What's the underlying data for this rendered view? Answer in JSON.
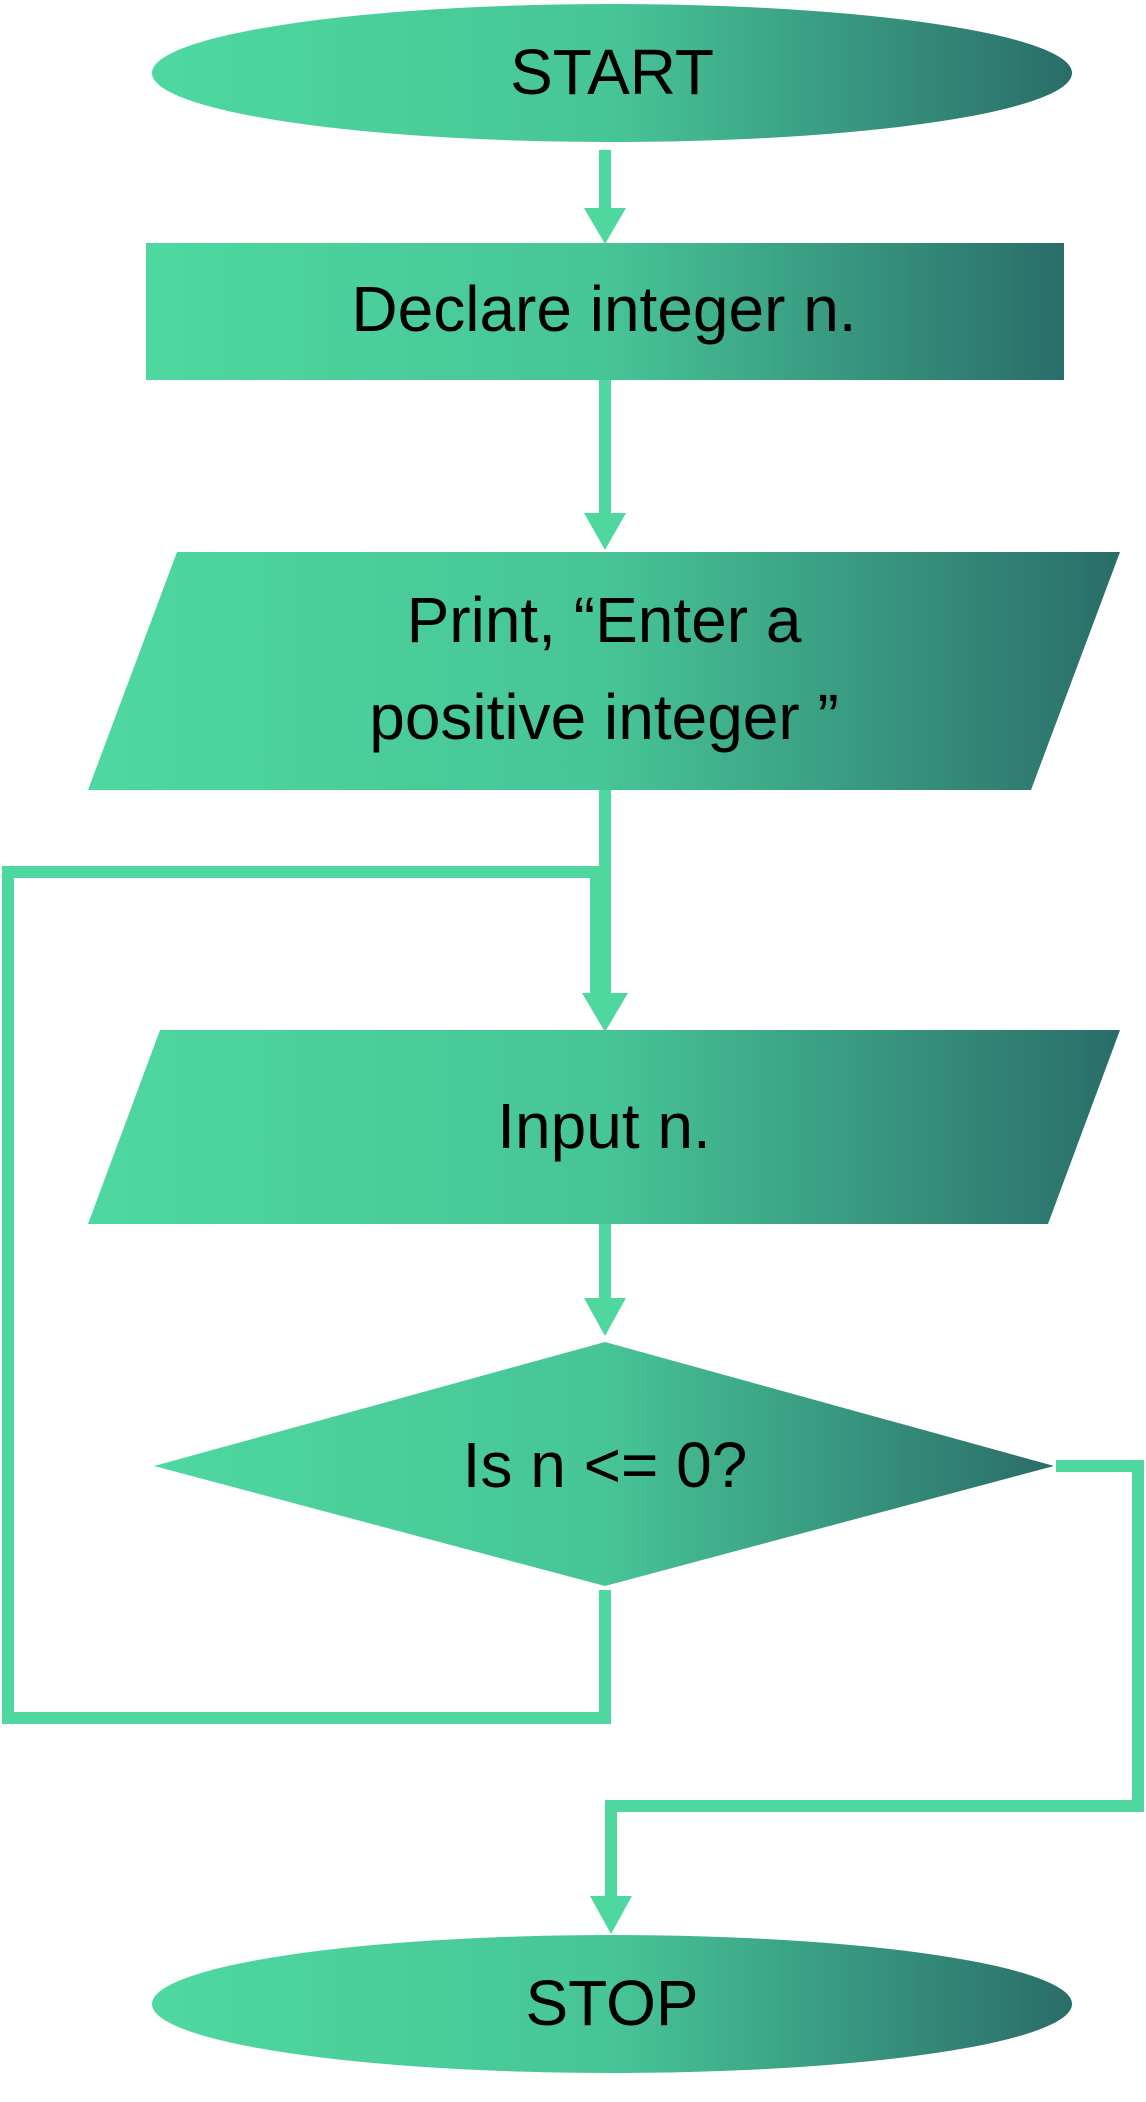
{
  "colors": {
    "gradient_start": "#4ed8a0",
    "gradient_mid": "#47c597",
    "gradient_end": "#2a6d69",
    "connector": "#4ed8a0",
    "text": "#000000"
  },
  "nodes": {
    "start": {
      "shape": "terminal",
      "label": "START"
    },
    "declare": {
      "shape": "process",
      "label": "Declare integer n."
    },
    "print": {
      "shape": "input-output",
      "lines": [
        "Print, “Enter a",
        "positive integer ”"
      ]
    },
    "input": {
      "shape": "input-output",
      "label": "Input n."
    },
    "decision": {
      "shape": "decision",
      "label": "Is n <= 0?"
    },
    "stop": {
      "shape": "terminal",
      "label": "STOP"
    }
  },
  "edges": [
    {
      "from": "start",
      "to": "declare"
    },
    {
      "from": "declare",
      "to": "print"
    },
    {
      "from": "print",
      "to": "input"
    },
    {
      "from": "input",
      "to": "decision"
    },
    {
      "from": "decision",
      "to": "input",
      "note": "loop back (left)"
    },
    {
      "from": "decision",
      "to": "stop",
      "note": "exit (right)"
    }
  ]
}
